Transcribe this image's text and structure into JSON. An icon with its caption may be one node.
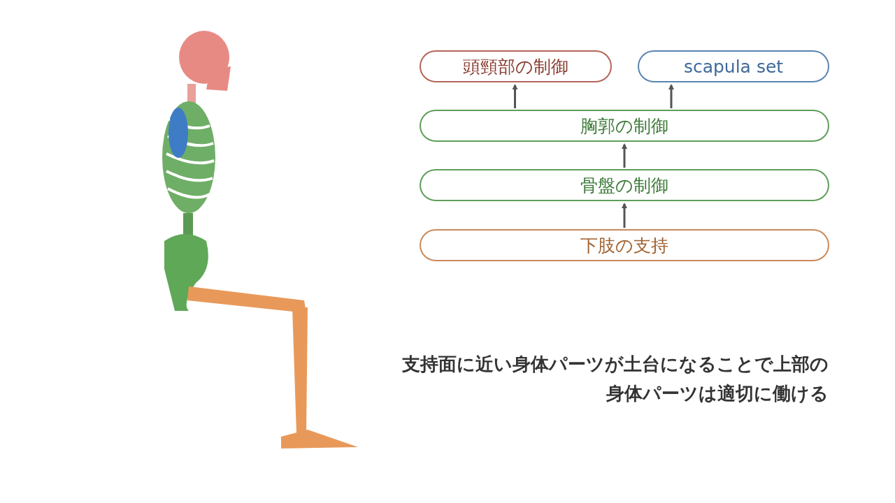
{
  "diagram": {
    "nodes": [
      {
        "text": [
          "頭頸部の制御"
        ]
      },
      {
        "text": [
          "scapula set"
        ]
      },
      {
        "text": [
          "胸郭の制御"
        ]
      },
      {
        "text": [
          "骨盤の制御"
        ]
      },
      {
        "text": [
          "下肢の支持"
        ]
      }
    ],
    "edges": [
      {
        "from": 2,
        "to": 0,
        "arrow": "to"
      },
      {
        "from": 2,
        "to": 1,
        "arrow": "to"
      },
      {
        "from": 3,
        "to": 2,
        "arrow": "to"
      },
      {
        "from": 4,
        "to": 3,
        "arrow": "to"
      }
    ],
    "labels": [
      "支持面に近い身体パーツが土台になることで上部の身体パーツは適切に働ける"
    ]
  }
}
